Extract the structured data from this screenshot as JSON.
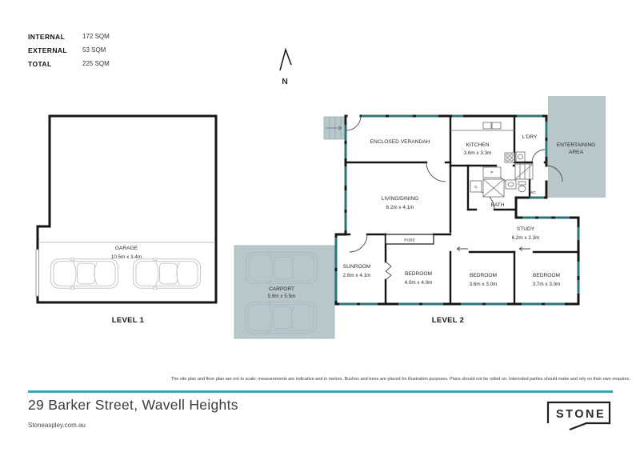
{
  "legend": {
    "rows": [
      {
        "label": "INTERNAL",
        "value": "172 SQM"
      },
      {
        "label": "EXTERNAL",
        "value": "53 SQM"
      },
      {
        "label": "TOTAL",
        "value": "225 SQM"
      }
    ]
  },
  "compass": {
    "label": "N"
  },
  "level1": {
    "title": "LEVEL 1",
    "garage": {
      "name": "GARAGE",
      "dims": "10.5m x 3.4m"
    }
  },
  "level2": {
    "title": "LEVEL 2",
    "rooms": {
      "verandah": {
        "name": "ENCLOSED VERANDAH"
      },
      "kitchen": {
        "name": "KITCHEN",
        "dims": "3.6m x 3.3m"
      },
      "ldry": {
        "name": "L'DRY"
      },
      "entertaining": {
        "line1": "ENTERTAINING",
        "line2": "AREA"
      },
      "living": {
        "name": "LIVING/DINING",
        "dims": "6.2m x 4.1m"
      },
      "bath": {
        "name": "BATH"
      },
      "wc": {
        "name": "WC"
      },
      "pantry": {
        "name": "P"
      },
      "cupboard": {
        "name": "C"
      },
      "study": {
        "name": "STUDY",
        "dims": "6.2m x 2.3m"
      },
      "robe": {
        "name": "ROBE"
      },
      "sunroom": {
        "name": "SUNROOM",
        "dims": "2.6m x 4.1m"
      },
      "bedroom1": {
        "name": "BEDROOM",
        "dims": "4.0m x 4.0m"
      },
      "bedroom2": {
        "name": "BEDROOM",
        "dims": "3.6m x 3.0m"
      },
      "bedroom3": {
        "name": "BEDROOM",
        "dims": "3.7m x 3.0m"
      },
      "carport": {
        "name": "CARPORT",
        "dims": "5.9m x 5.5m"
      }
    }
  },
  "footer": {
    "disclaimer": "The site plan and floor plan are not to scale; measurements are indicative and in metres. Bushes and trees are placed for illustration purposes. Plans should not be relied on. Interested parties should make and rely on their own enquires.",
    "address": "29 Barker Street, Wavell Heights",
    "website": "Stoneaspley.com.au",
    "logo_text": "STONE"
  },
  "colors": {
    "accent_teal": "#2fa9b6",
    "window_teal": "#2e7579",
    "shade_fill": "#b9c7cb",
    "wall": "#161616"
  }
}
